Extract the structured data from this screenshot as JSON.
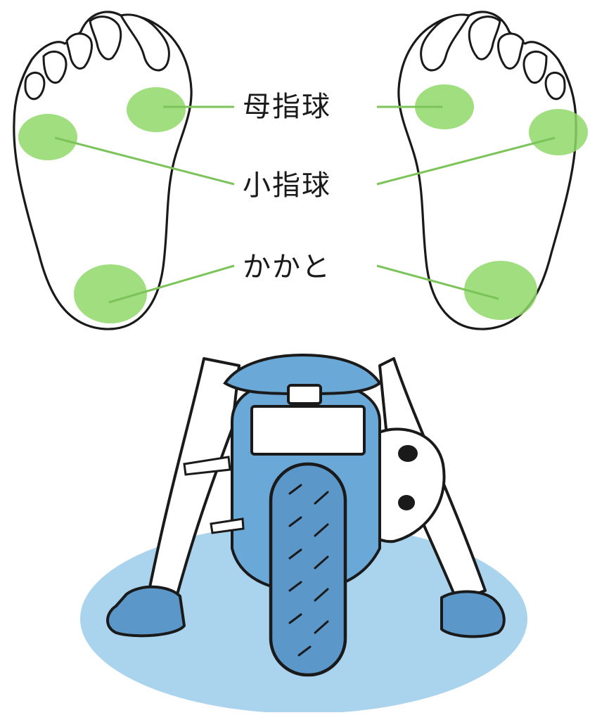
{
  "labels": {
    "boshikyu": "母指球",
    "koyubikyu": "小指球",
    "kakato": "かかと"
  },
  "colors": {
    "pressure_zone": "#8fd86a",
    "leader_line": "#7cc45a",
    "outline": "#1a1a1a",
    "boot_blue": "#5b97c9",
    "shadow_blue": "#8ec4e8",
    "bike_blue": "#6aa8d8"
  }
}
